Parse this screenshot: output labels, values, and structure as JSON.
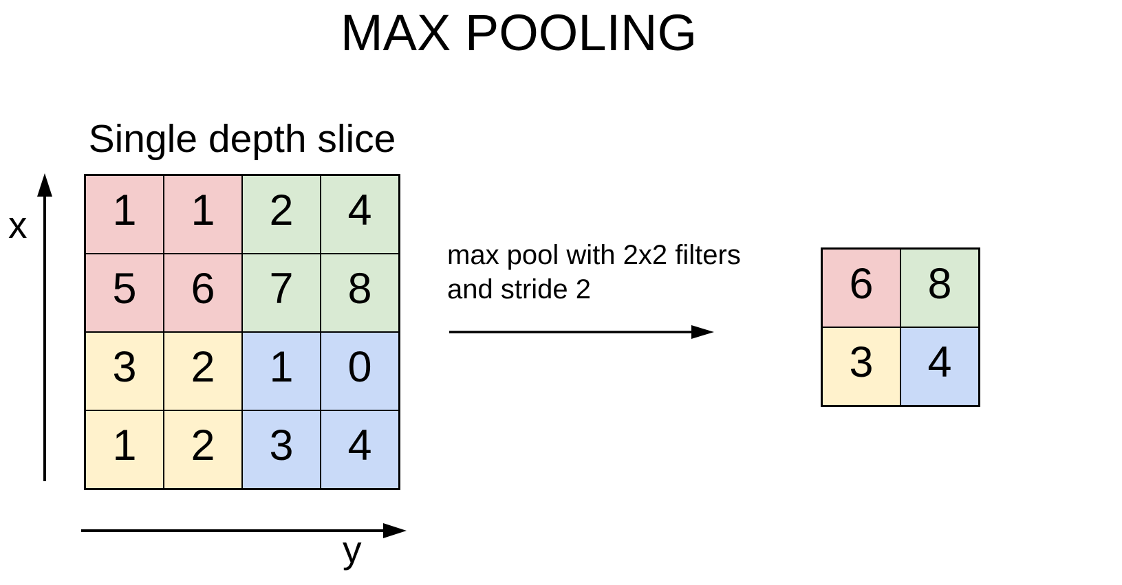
{
  "title": "MAX POOLING",
  "palette": {
    "pink": "#f4cccc",
    "green": "#d9ead3",
    "yellow": "#fff2cc",
    "blue": "#c9daf8",
    "line": "#000000",
    "background": "#ffffff"
  },
  "input_grid": {
    "label": "Single depth slice",
    "values": [
      "1",
      "1",
      "2",
      "4",
      "5",
      "6",
      "7",
      "8",
      "3",
      "2",
      "1",
      "0",
      "1",
      "2",
      "3",
      "4"
    ],
    "colors": [
      "pink",
      "pink",
      "green",
      "green",
      "pink",
      "pink",
      "green",
      "green",
      "yellow",
      "yellow",
      "blue",
      "blue",
      "yellow",
      "yellow",
      "blue",
      "blue"
    ]
  },
  "output_grid": {
    "values": [
      "6",
      "8",
      "3",
      "4"
    ],
    "colors": [
      "pink",
      "green",
      "yellow",
      "blue"
    ]
  },
  "operation": {
    "line1": "max pool with 2x2 filters",
    "line2": "and stride 2"
  },
  "axes": {
    "x_label": "x",
    "y_label": "y"
  }
}
